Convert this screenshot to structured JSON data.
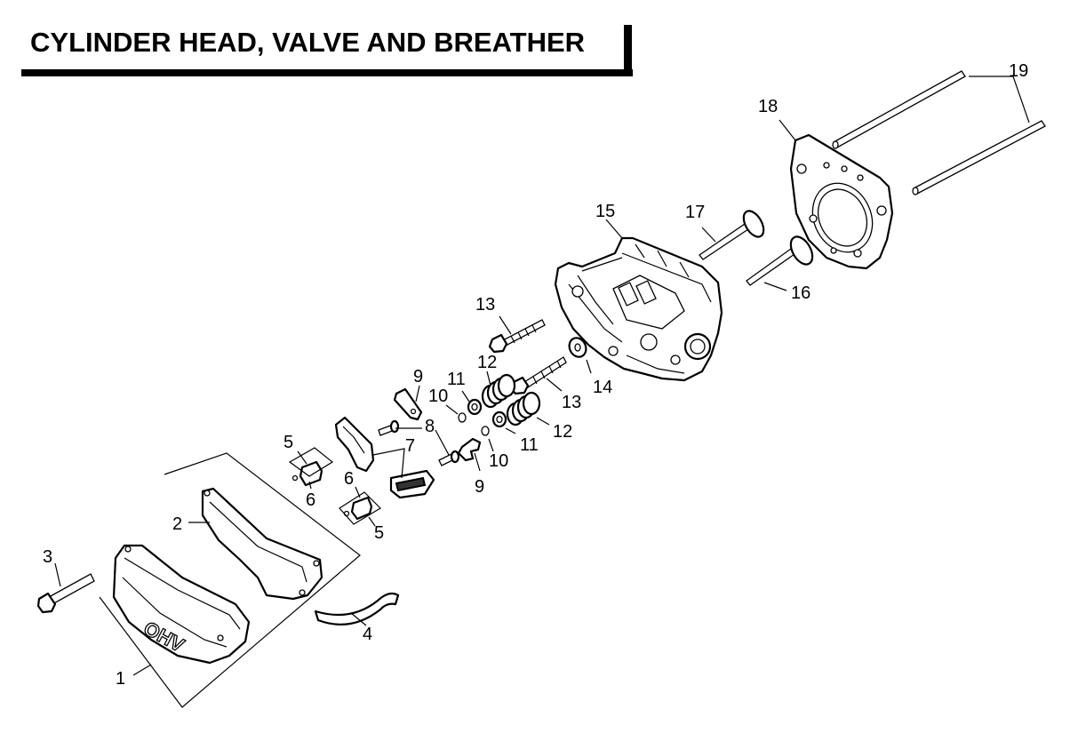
{
  "title": "CYLINDER HEAD, VALVE AND BREATHER",
  "cover_stamp": "OHV",
  "callouts": [
    {
      "id": "c1",
      "label": "1"
    },
    {
      "id": "c2",
      "label": "2"
    },
    {
      "id": "c3",
      "label": "3"
    },
    {
      "id": "c4",
      "label": "4"
    },
    {
      "id": "c5a",
      "label": "5"
    },
    {
      "id": "c5b",
      "label": "5"
    },
    {
      "id": "c6a",
      "label": "6"
    },
    {
      "id": "c6b",
      "label": "6"
    },
    {
      "id": "c7",
      "label": "7"
    },
    {
      "id": "c8",
      "label": "8"
    },
    {
      "id": "c9a",
      "label": "9"
    },
    {
      "id": "c9b",
      "label": "9"
    },
    {
      "id": "c10a",
      "label": "10"
    },
    {
      "id": "c10b",
      "label": "10"
    },
    {
      "id": "c11a",
      "label": "11"
    },
    {
      "id": "c11b",
      "label": "11"
    },
    {
      "id": "c12a",
      "label": "12"
    },
    {
      "id": "c12b",
      "label": "12"
    },
    {
      "id": "c13a",
      "label": "13"
    },
    {
      "id": "c13b",
      "label": "13"
    },
    {
      "id": "c14",
      "label": "14"
    },
    {
      "id": "c15",
      "label": "15"
    },
    {
      "id": "c16",
      "label": "16"
    },
    {
      "id": "c17",
      "label": "17"
    },
    {
      "id": "c18",
      "label": "18"
    },
    {
      "id": "c19",
      "label": "19"
    }
  ]
}
